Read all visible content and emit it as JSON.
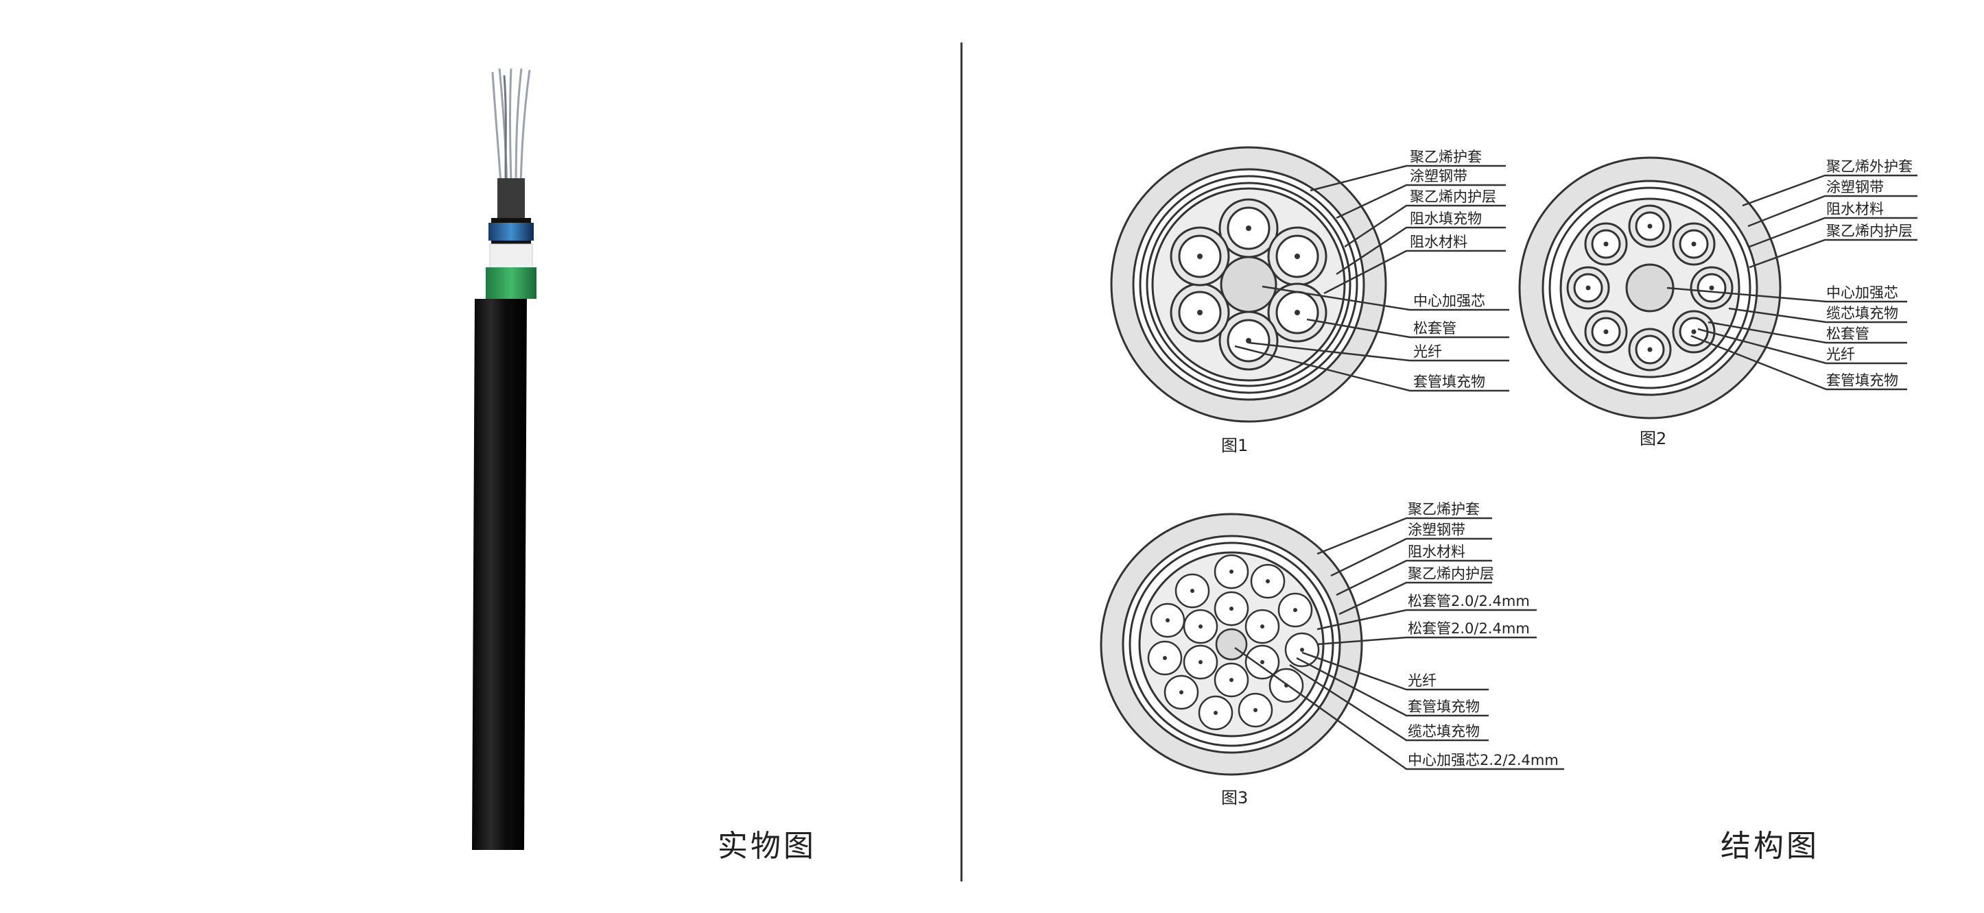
{
  "captions": {
    "photo": "实物图",
    "structure": "结构图"
  },
  "figures": [
    {
      "label": "图1",
      "callouts": [
        "聚乙烯护套",
        "涂塑钢带",
        "聚乙烯内护层",
        "阻水填充物",
        "阻水材料",
        "中心加强芯",
        "松套管",
        "光纤",
        "套管填充物"
      ]
    },
    {
      "label": "图2",
      "callouts": [
        "聚乙烯外护套",
        "涂塑钢带",
        "阻水材料",
        "聚乙烯内护层",
        "中心加强芯",
        "缆芯填充物",
        "松套管",
        "光纤",
        "套管填充物"
      ]
    },
    {
      "label": "图3",
      "callouts": [
        "聚乙烯护套",
        "涂塑钢带",
        "阻水材料",
        "聚乙烯内护层",
        "松套管2.0/2.4mm",
        "松套管2.0/2.4mm",
        "光纤",
        "套管填充物",
        "缆芯填充物",
        "中心加强芯2.2/2.4mm"
      ]
    }
  ],
  "colors": {
    "line": "#333333",
    "cable_jacket": "#111111",
    "armor_green": "#2e9a57",
    "fill_gray": "#dcdcdc"
  }
}
